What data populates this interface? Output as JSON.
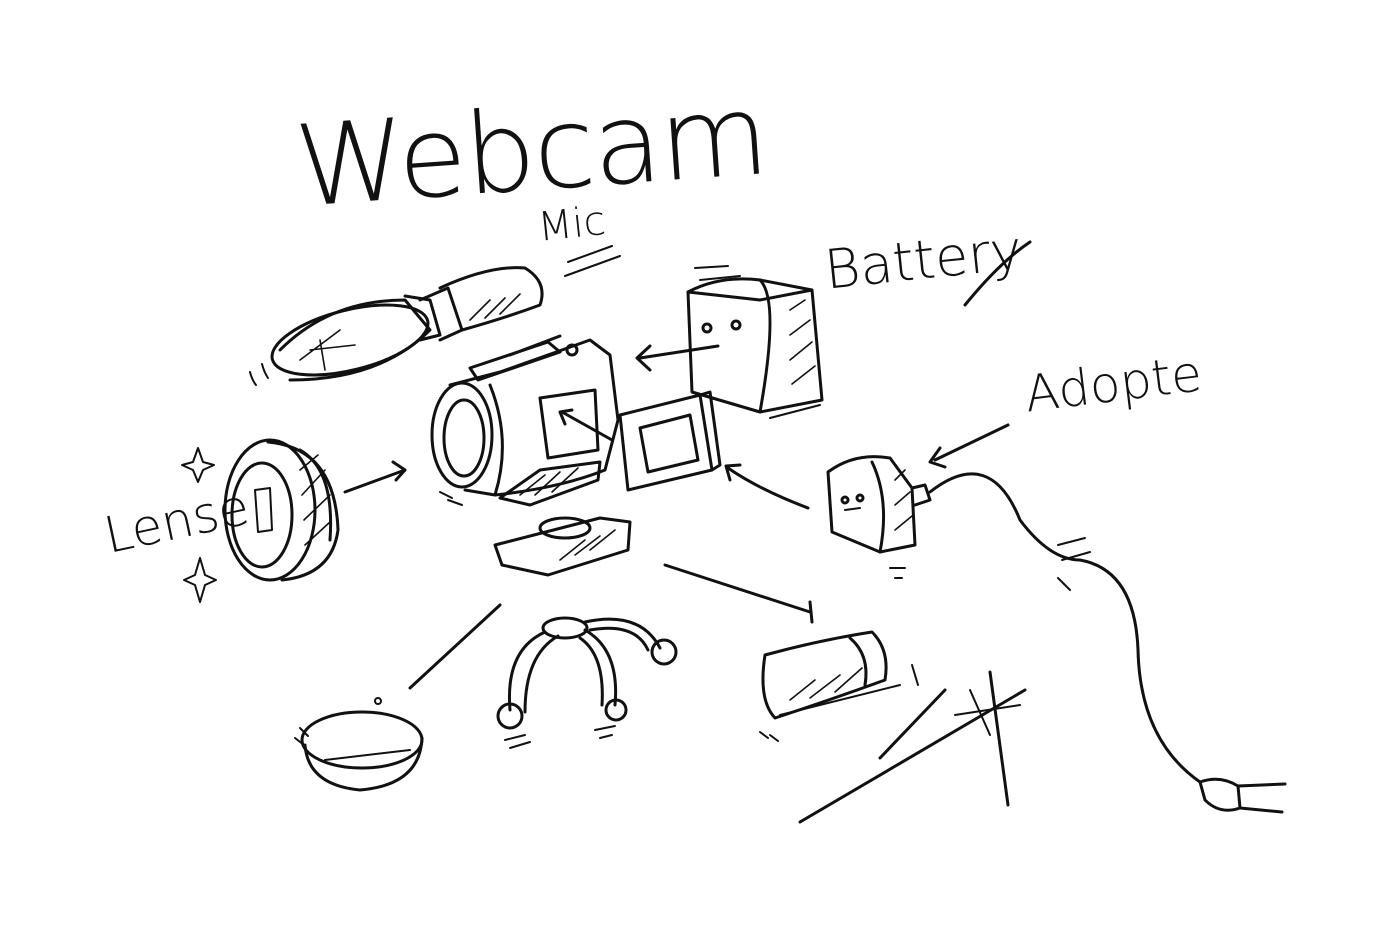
{
  "diagram": {
    "title": "Webcam",
    "parts": {
      "mic": "Mic",
      "battery": "Battery",
      "adapter": "Adopte",
      "lens": "Lense"
    },
    "ink_color": "#111111",
    "background_color": "#ffffff"
  }
}
